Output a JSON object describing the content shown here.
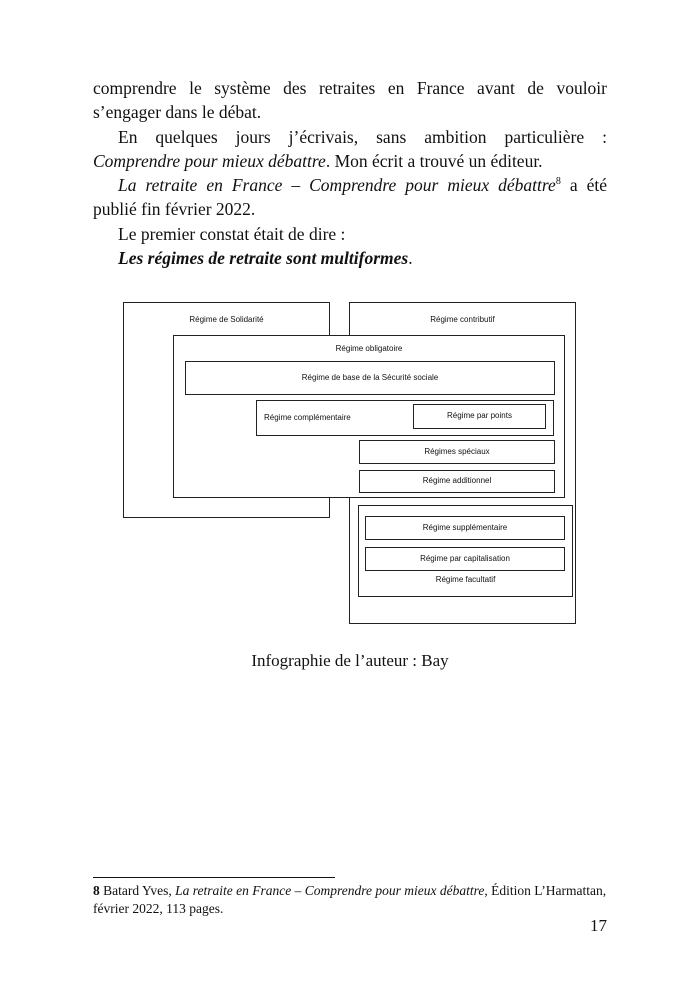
{
  "body": {
    "line1": "comprendre le système des retraites en France avant de vouloir",
    "line2": "s’engager dans le débat.",
    "line3": "En quelques jours j’écrivais, sans ambition particulière :",
    "line4_italic": "Comprendre pour mieux débattre",
    "line4_rest": ". Mon écrit a trouvé un éditeur.",
    "line5_italic": "La retraite en France – Comprendre pour mieux débattre",
    "line5_footnote_ref": "8",
    "line5_rest": " a été",
    "line6": "publié fin février 2022.",
    "line7": "Le premier constat était de dire :",
    "line8_bold": "Les régimes de retraite sont multiformes",
    "line8_end": "."
  },
  "diagram": {
    "solidarite": "Régime de Solidarité",
    "contributif": "Régime contributif",
    "obligatoire": "Régime obligatoire",
    "base_secu": "Régime de base de la Sécurité sociale",
    "complementaire": "Régime complémentaire",
    "par_points": "Régime par points",
    "speciaux": "Régimes spéciaux",
    "additionnel": "Régime additionnel",
    "supplementaire": "Régime supplémentaire",
    "capitalisation": "Régime par capitalisation",
    "facultatif": "Régime facultatif"
  },
  "caption": "Infographie de l’auteur : Bay",
  "footnote": {
    "number": "8",
    "author": " Batard Yves, ",
    "title": "La retraite en France – Comprendre pour mieux débattre",
    "rest_line1": ", Édition L’Harmattan,",
    "line2": "février 2022, 113 pages."
  },
  "page_number": "17"
}
